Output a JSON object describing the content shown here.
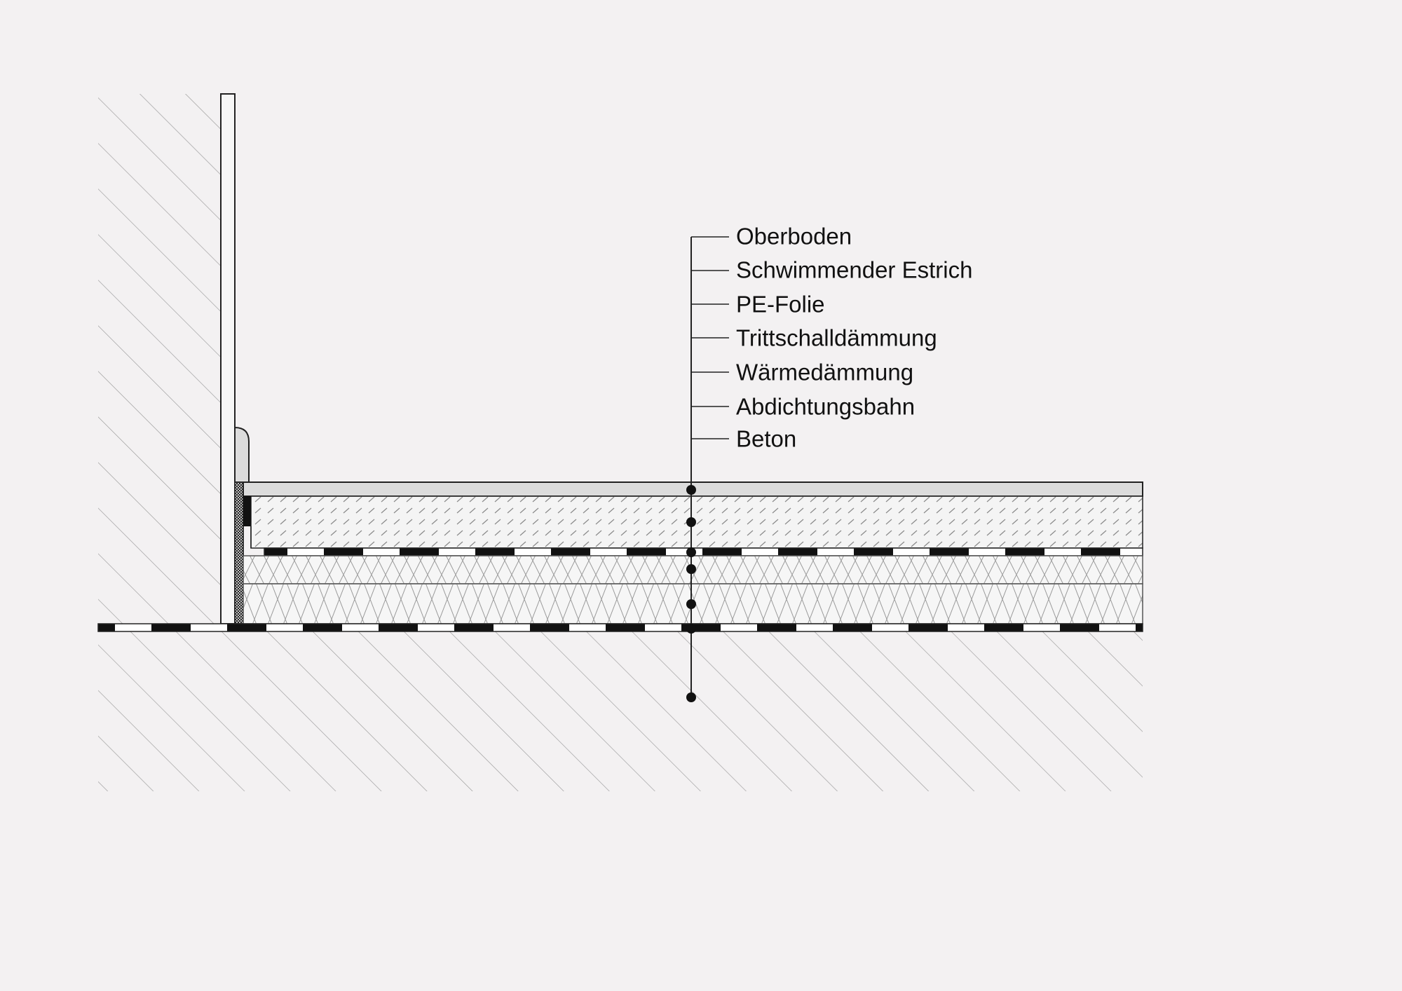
{
  "diagram": {
    "title": "Fußbodenaufbau Detail",
    "layers": [
      {
        "label": "Oberboden"
      },
      {
        "label": "Schwimmender Estrich"
      },
      {
        "label": "PE-Folie"
      },
      {
        "label": "Trittschalldämmung"
      },
      {
        "label": "Wärmedämmung"
      },
      {
        "label": "Abdichtungsbahn"
      },
      {
        "label": "Beton"
      }
    ],
    "colors": {
      "background": "#f3f1f2",
      "line": "#222222",
      "board": "#dcdcdc",
      "hatch": "#8a8a8a"
    }
  }
}
